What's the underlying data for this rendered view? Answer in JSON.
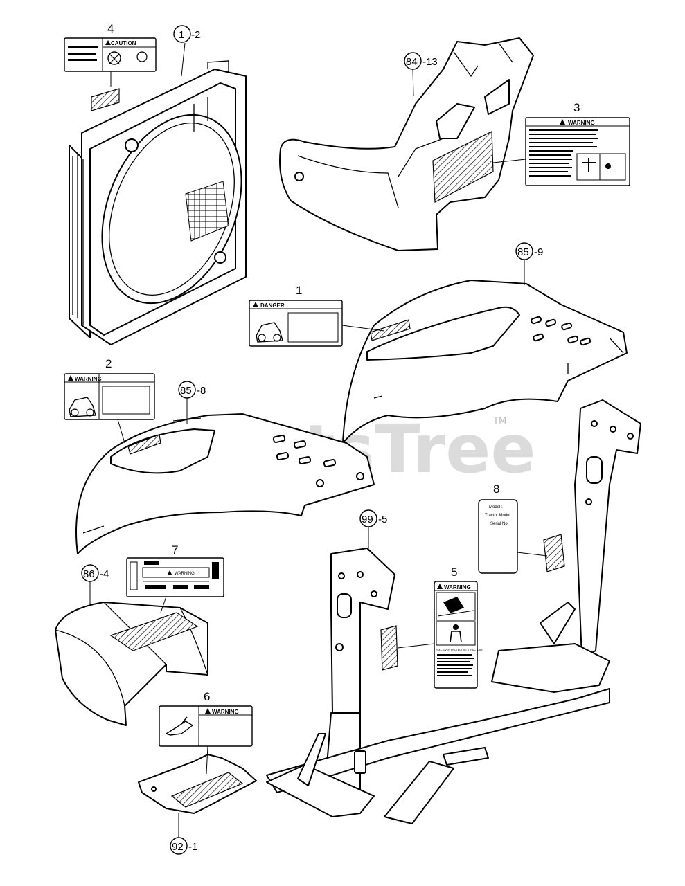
{
  "watermark": {
    "text": "PartsTree",
    "trademark": "TM"
  },
  "callouts": [
    {
      "id": "callout-1-2",
      "num": "1",
      "qty": "-2"
    },
    {
      "id": "callout-84-13",
      "num": "84",
      "qty": "-13"
    },
    {
      "id": "callout-85-9",
      "num": "85",
      "qty": "-9"
    },
    {
      "id": "callout-85-8",
      "num": "85",
      "qty": "-8"
    },
    {
      "id": "callout-99-5",
      "num": "99",
      "qty": "-5"
    },
    {
      "id": "callout-86-4",
      "num": "86",
      "qty": "-4"
    },
    {
      "id": "callout-92-1",
      "num": "92",
      "qty": "-1"
    }
  ],
  "labels": {
    "l4": {
      "num": "4",
      "header": "CAUTION"
    },
    "l3": {
      "num": "3",
      "header": "WARNING"
    },
    "l1": {
      "num": "1",
      "header": "DANGER"
    },
    "l2": {
      "num": "2",
      "header": "WARNING"
    },
    "l7": {
      "num": "7",
      "header": "WARNING"
    },
    "l8": {
      "num": "8",
      "line1": "Model :",
      "line2": "Tractor Model",
      "line3": "Serial No."
    },
    "l5": {
      "num": "5",
      "header": "WARNING",
      "sub": "ROLL-OVER PROTECTIVE STRUCTURE"
    },
    "l6": {
      "num": "6",
      "header": "WARNING"
    }
  },
  "colors": {
    "line": "#000000",
    "background": "#ffffff",
    "watermark": "#cfcfcf"
  }
}
